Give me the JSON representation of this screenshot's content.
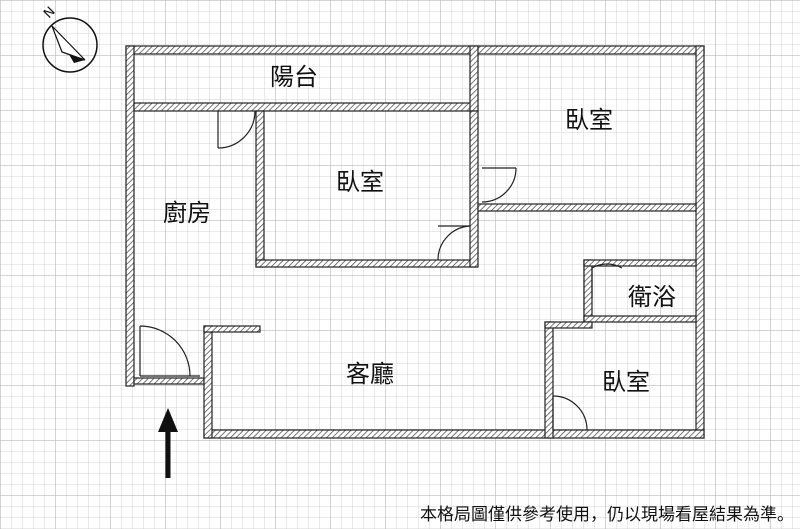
{
  "compass": {
    "north_label": "N",
    "icon": "compass-icon"
  },
  "rooms": {
    "balcony": "陽台",
    "bedroom_main": "臥室",
    "bedroom_center": "臥室",
    "kitchen": "廚房",
    "bathroom": "衛浴",
    "living_room": "客廳",
    "bedroom_small": "臥室"
  },
  "entrance": {
    "icon": "entrance-arrow-icon"
  },
  "disclaimer": "本格局圖僅供參考使用，仍以現場看屋結果為準。"
}
